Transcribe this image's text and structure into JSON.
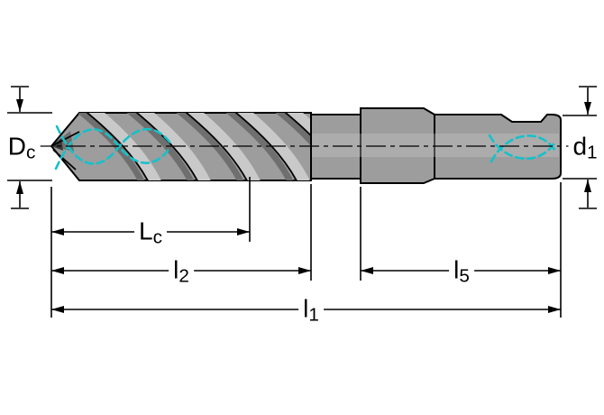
{
  "labels": {
    "dc": {
      "base": "D",
      "sub": "c"
    },
    "d1": {
      "base": "d",
      "sub": "1"
    },
    "lc": {
      "base": "L",
      "sub": "c"
    },
    "l2": {
      "base": "l",
      "sub": "2"
    },
    "l5": {
      "base": "l",
      "sub": "5"
    },
    "l1": {
      "base": "l",
      "sub": "1"
    }
  },
  "colors": {
    "background": "#ffffff",
    "outline": "#000000",
    "dimension": "#000000",
    "body_fill": "#9d9d9d",
    "body_light": "#c9c9c9",
    "body_dark": "#6f6f6f",
    "helix": "#15c1ca"
  }
}
